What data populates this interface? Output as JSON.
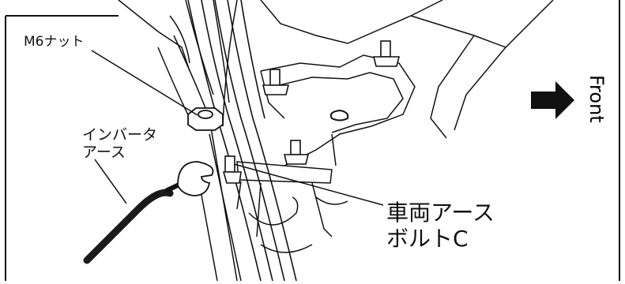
{
  "labels": {
    "m6_nut": "M6ナット",
    "inverter_earth": "インバータ\nアース",
    "vehicle_earth_bolt": "車両アース\nボルトC",
    "front": "Front"
  },
  "icons": {
    "direction": "right-arrow-icon"
  },
  "colors": {
    "line": "#111111",
    "background": "#ffffff",
    "cable": "#1a1a1a"
  }
}
